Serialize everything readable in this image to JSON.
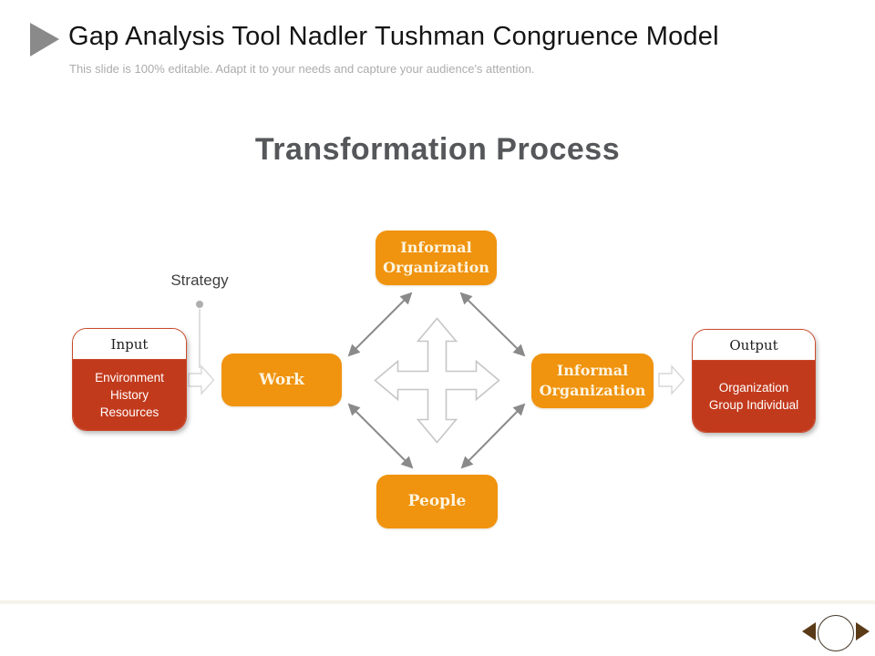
{
  "slide": {
    "header": {
      "title": "Gap Analysis Tool Nadler Tushman Congruence Model",
      "subtitle": "This slide is 100% editable. Adapt it to your needs and capture your audience's attention."
    },
    "diagram": {
      "title": "Transformation Process",
      "strategy_label": "Strategy",
      "nodes": {
        "top": "Informal\nOrganization",
        "left": "Work",
        "right": "Informal\nOrganization",
        "bottom": "People"
      },
      "input": {
        "label": "Input",
        "items": "Environment\nHistory\nResources"
      },
      "output": {
        "label": "Output",
        "items": "Organization\nGroup Individual"
      }
    },
    "icons": {
      "header_marker": "play-triangle-icon",
      "center_symbol": "four-way-move-arrow-icon",
      "flow_arrows": "right-block-arrow-icon",
      "link_arrows": "double-headed-arrow-icon",
      "nav_prev": "left-triangle-icon",
      "nav_next": "right-triangle-icon"
    },
    "colors": {
      "node_orange": "#f0930e",
      "io_red": "#c23a1c",
      "io_border": "#c9482a",
      "connector_gray": "#8a8a8a",
      "cross_outline": "#c6c6c6",
      "nav_brown": "#5b3a17",
      "title_gray": "#55575a"
    }
  }
}
